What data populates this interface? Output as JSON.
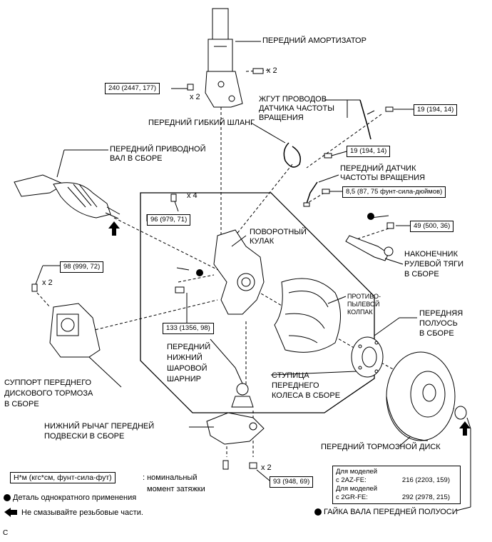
{
  "labels": {
    "front_shock": "ПЕРЕДНИЙ АМОРТИЗАТОР",
    "qty_x2_a": "x 2",
    "qty_x2_b": "x 2",
    "qty_x2_c": "x 2",
    "qty_x2_d": "x 2",
    "qty_x4": "x 4",
    "sensor_harness_1": "ЖГУТ ПРОВОДОВ",
    "sensor_harness_2": "ДАТЧИКА ЧАСТОТЫ",
    "sensor_harness_3": "ВРАЩЕНИЯ",
    "flex_hose": "ПЕРЕДНИЙ ГИБКИЙ ШЛАНГ",
    "drive_shaft_1": "ПЕРЕДНИЙ ПРИВОДНОЙ",
    "drive_shaft_2": "ВАЛ В СБОРЕ",
    "speed_sensor_1": "ПЕРЕДНИЙ ДАТЧИК",
    "speed_sensor_2": "ЧАСТОТЫ ВРАЩЕНИЯ",
    "knuckle_1": "ПОВОРОТНЫЙ",
    "knuckle_2": "КУЛАК",
    "tie_rod_1": "НАКОНЕЧНИК",
    "tie_rod_2": "РУЛЕВОЙ ТЯГИ",
    "tie_rod_3": "В СБОРЕ",
    "dust_cover_1": "ПРОТИВО-",
    "dust_cover_2": "ПЫЛЕВОЙ",
    "dust_cover_3": "КОЛПАК",
    "front_axle_1": "ПЕРЕДНЯЯ",
    "front_axle_2": "ПОЛУОСЬ",
    "front_axle_3": "В СБОРЕ",
    "ball_joint_1": "ПЕРЕДНИЙ",
    "ball_joint_2": "НИЖНИЙ",
    "ball_joint_3": "ШАРОВОЙ",
    "ball_joint_4": "ШАРНИР",
    "hub_1": "СТУПИЦА",
    "hub_2": "ПЕРЕДНЕГО",
    "hub_3": "КОЛЕСА В СБОРЕ",
    "caliper_1": "СУППОРТ ПЕРЕДНЕГО",
    "caliper_2": "ДИСКОВОГО ТОРМОЗА",
    "caliper_3": "В СБОРЕ",
    "lower_arm_1": "НИЖНИЙ РЫЧАГ ПЕРЕДНЕЙ",
    "lower_arm_2": "ПОДВЕСКИ В СБОРЕ",
    "brake_disc": "ПЕРЕДНИЙ ТОРМОЗНОЙ ДИСК",
    "nut_label": "ГАЙКА ВАЛА ПЕРЕДНЕЙ ПОЛУОСИ",
    "corner_letter": "C"
  },
  "torque": {
    "t240": "240 (2447, 177)",
    "t19a": "19 (194, 14)",
    "t19b": "19 (194, 14)",
    "t85": "8,5 (87, 75 фунт-сила-дюймов)",
    "t96": "96 (979, 71)",
    "t49": "49 (500, 36)",
    "t98": "98 (999, 72)",
    "t133": "133 (1356, 98)",
    "t93": "93 (948, 69)"
  },
  "spec_table": {
    "r1c1": "Для моделей",
    "r2c1": "с 2AZ-FE:",
    "r2c2": "216 (2203, 159)",
    "r3c1": "Для моделей",
    "r4c1": "с 2GR-FE:",
    "r4c2": "292 (2978, 215)"
  },
  "legend": {
    "unit_box": "Н*м (кгс*см, фунт-сила-фут)",
    "unit_desc_1": ": номинальный",
    "unit_desc_2": "момент затяжки",
    "one_time": "Деталь однократного применения",
    "no_grease": "Не смазывайте резьбовые части."
  }
}
